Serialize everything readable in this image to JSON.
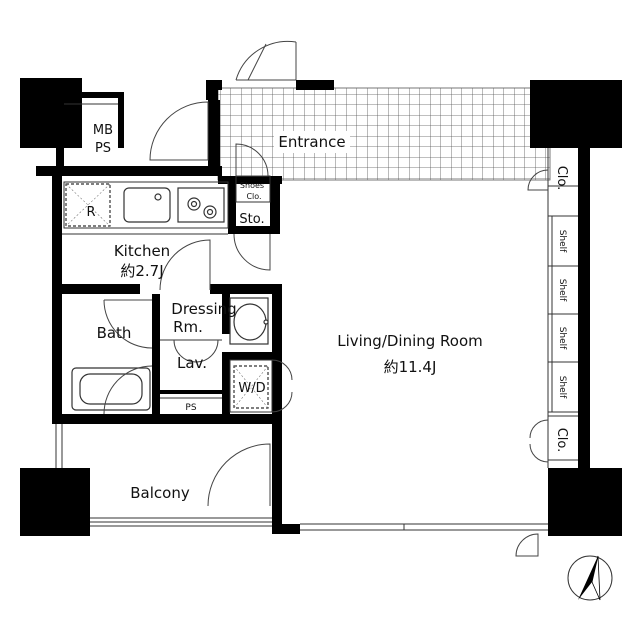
{
  "rooms": {
    "entrance": "Entrance",
    "mbps": [
      "MB",
      "PS"
    ],
    "shoes": [
      "Shoes",
      "Clo."
    ],
    "sto": "Sto.",
    "refrigerator": "R",
    "kitchen": [
      "Kitchen",
      "約2.7J"
    ],
    "dressing": [
      "Dressing",
      "Rm."
    ],
    "bath": "Bath",
    "lav": "Lav.",
    "ps": "PS",
    "wd": "W/D",
    "living": [
      "Living/Dining Room",
      "約11.4J"
    ],
    "balcony": "Balcony",
    "clo": "Clo.",
    "shelf": "Shelf"
  },
  "colors": {
    "wall": "#000000",
    "tile_line": "#555555",
    "fixture_line": "#333333"
  },
  "icons": {
    "north": "north-arrow-icon"
  }
}
